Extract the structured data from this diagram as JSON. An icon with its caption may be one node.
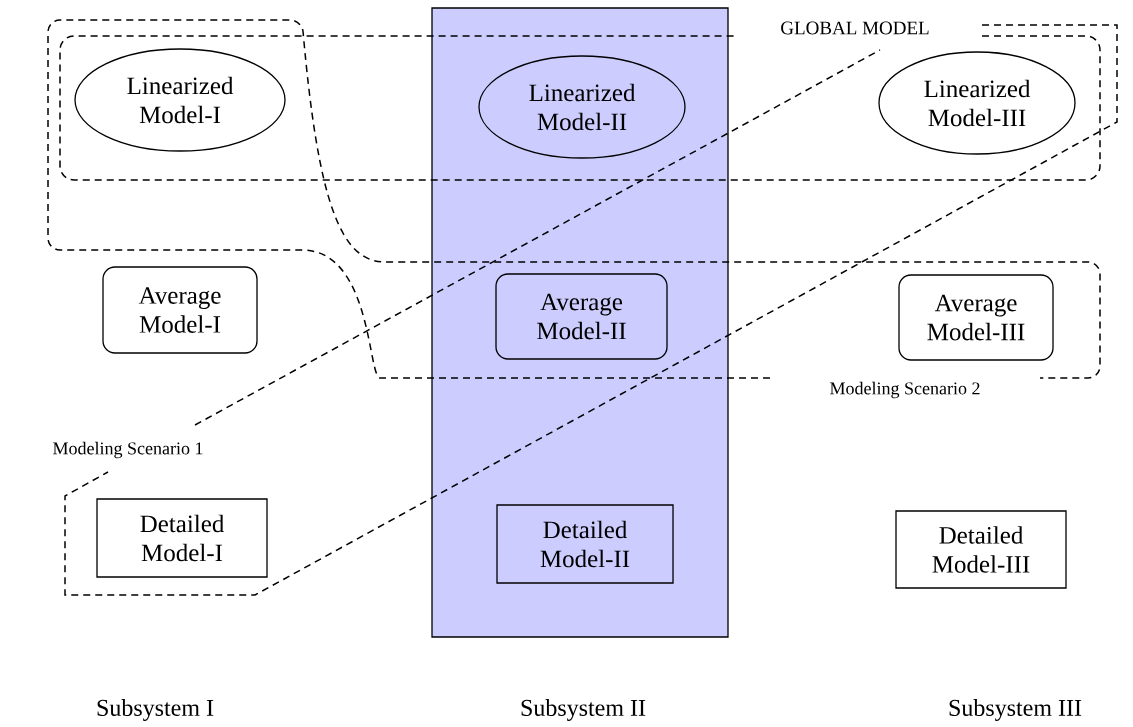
{
  "diagram": {
    "nodes": [
      {
        "text": [],
        "shape": "box"
      },
      {
        "text": [
          "Linearized Model-I"
        ]
      },
      {
        "text": [
          "Linearized Model-II"
        ],
        "in": 0
      },
      {
        "text": [
          "Linearized Model-III"
        ]
      },
      {
        "text": [
          "Average Model-I"
        ]
      },
      {
        "text": [
          "Average Model-II"
        ],
        "in": 0
      },
      {
        "text": [
          "Average Model-III"
        ]
      },
      {
        "text": [
          "Detailed Model-I"
        ]
      },
      {
        "text": [
          "Detailed Model-II"
        ],
        "in": 0
      },
      {
        "text": [
          "Detailed Model-III"
        ]
      }
    ],
    "labels": [
      "GLOBAL MODEL",
      "Modeling Scenario 2",
      "Modeling Scenario 1",
      "Subsystem I",
      "Subsystem II",
      "Subsystem III"
    ]
  }
}
